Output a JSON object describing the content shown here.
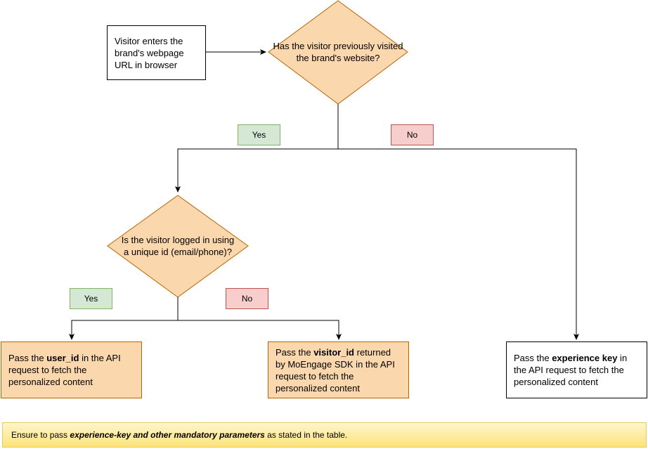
{
  "start_box": {
    "text": "Visitor enters the brand's webpage URL in browser"
  },
  "decision1": {
    "text": "Has the visitor previously visited the brand's website?"
  },
  "decision1_yes": "Yes",
  "decision1_no": "No",
  "decision2": {
    "text": "Is the visitor logged in using a unique id (email/phone)?"
  },
  "decision2_yes": "Yes",
  "decision2_no": "No",
  "box_user_id": {
    "pre": "Pass the ",
    "bold": "user_id",
    "post": " in the API request to fetch the personalized content"
  },
  "box_visitor_id": {
    "pre": "Pass the ",
    "bold": "visitor_id",
    "post": " returned by MoEngage SDK in the API request to fetch the personalized content"
  },
  "box_experience": {
    "pre": "Pass the ",
    "bold": "experience key",
    "post": " in the API request to fetch the personalized content"
  },
  "note": {
    "pre": "Ensure to pass ",
    "emphasis": "experience-key and other mandatory parameters",
    "post": " as stated in the table."
  },
  "colors": {
    "decision_fill": "#fad7ac",
    "decision_stroke": "#b46504",
    "yes_fill": "#d5e8d4",
    "no_fill": "#f8cecc"
  }
}
